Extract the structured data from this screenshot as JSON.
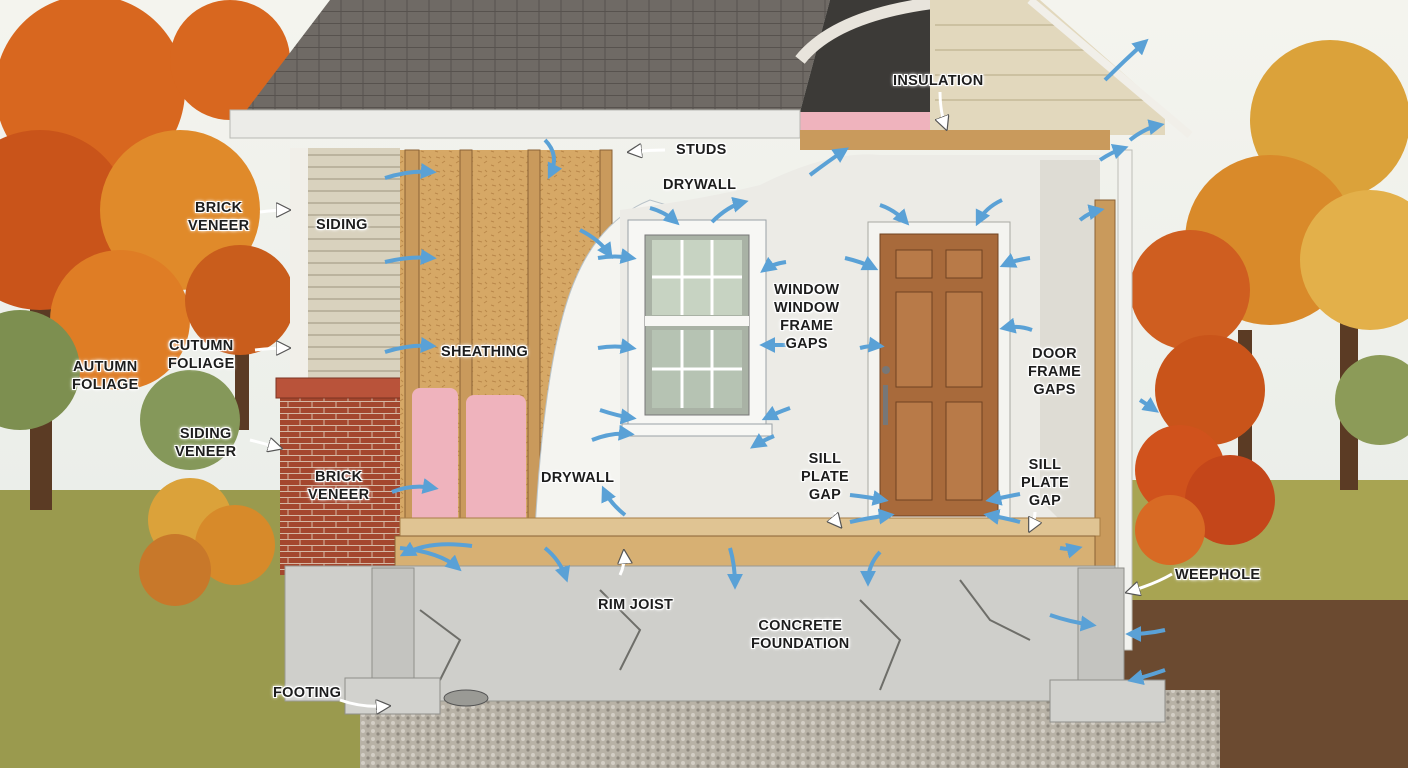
{
  "labels": {
    "insulation": "INSULATION",
    "studs": "STUDS",
    "drywall_top": "DRYWALL",
    "brick_veneer_top": [
      "BRICK",
      "VENEER"
    ],
    "siding": "SIDING",
    "sheathing": "SHEATHING",
    "autumn_foliage_left": [
      "AUTUMN",
      "FOLIAGE"
    ],
    "cutumn_foliage": [
      "CUTUMN",
      "FOLIAGE"
    ],
    "siding_veneer": [
      "SIDING",
      "VENEER"
    ],
    "brick_veneer_mid": [
      "BRICK",
      "VENEER"
    ],
    "drywall_mid": "DRYWALL",
    "window_frame_gaps": [
      "WINDOW",
      "WINDOW",
      "FRAME",
      "GAPS"
    ],
    "door_frame_gaps": [
      "DOOR",
      "FRAME",
      "GAPS"
    ],
    "sill_plate_gap_left": [
      "SILL",
      "PLATE",
      "GAP"
    ],
    "sill_plate_gap_right": [
      "SILL",
      "PLATE",
      "GAP"
    ],
    "weephole": "WEEPHOLE",
    "rim_joist": "RIM JOIST",
    "concrete_foundation": [
      "CONCRETE",
      "FOUNDATION"
    ],
    "footing": "FOOTING"
  },
  "colors": {
    "sky": "#eef1f1",
    "roof_shingles": "#6f6a65",
    "siding": "#d9d2be",
    "osb_sheathing": "#d6a866",
    "stud_wood": "#c99a5c",
    "insulation_pink": "#efb3bd",
    "drywall": "#ecebe6",
    "brick": "#a4472e",
    "concrete": "#cfcfcb",
    "door_wood": "#a86a3b",
    "air_leak_arrow": "#5aa1d6",
    "foliage_orange": "#d8671f",
    "foliage_yellow": "#dba23a",
    "grass": "#9a9a4e"
  },
  "icons": [
    "air-leak-arrow-icon",
    "pointer-arrow-icon"
  ]
}
